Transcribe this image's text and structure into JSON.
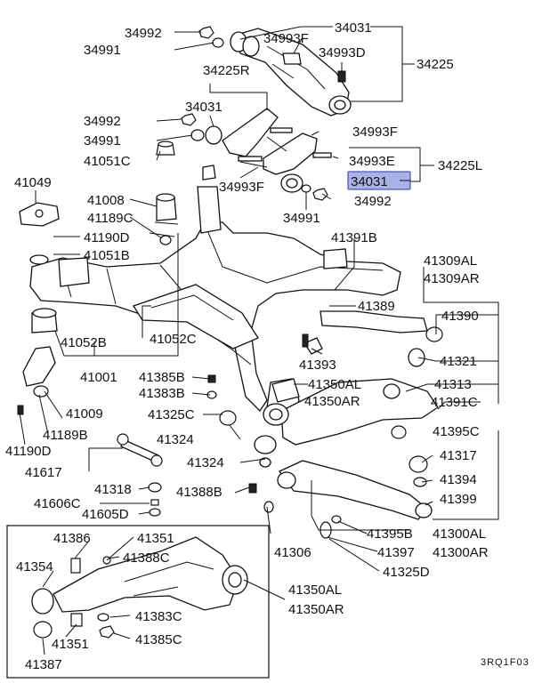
{
  "diagram_code": "3RQ1F03",
  "highlight": {
    "label": "34031",
    "fill": "#aab1e6"
  },
  "labels": {
    "p34992_a": "34992",
    "p34991_a": "34991",
    "p34031_a": "34031",
    "p34993F_a": "34993F",
    "p34993D": "34993D",
    "p34225": "34225",
    "p34225R": "34225R",
    "p34992_b": "34992",
    "p34031_b": "34031",
    "p34991_b": "34991",
    "p34993F_b": "34993F",
    "p41051C": "41051C",
    "p34993E": "34993E",
    "p34225L": "34225L",
    "p34031_c": "34031",
    "p34993F_c": "34993F",
    "p34991_c": "34991",
    "p34992_c": "34992",
    "p41049": "41049",
    "p41008": "41008",
    "p41189C": "41189C",
    "p41190D_a": "41190D",
    "p41051B": "41051B",
    "p41391B": "41391B",
    "p41309AL": "41309AL",
    "p41309AR": "41309AR",
    "p41389": "41389",
    "p41390": "41390",
    "p41052B": "41052B",
    "p41052C": "41052C",
    "p41393": "41393",
    "p41321": "41321",
    "p41001": "41001",
    "p41385B": "41385B",
    "p41383B": "41383B",
    "p41350AL_a": "41350AL",
    "p41313": "41313",
    "p41350AR_a": "41350AR",
    "p41391C": "41391C",
    "p41009": "41009",
    "p41325C": "41325C",
    "p41189B": "41189B",
    "p41324_a": "41324",
    "p41395C": "41395C",
    "p41190D_b": "41190D",
    "p41324_b": "41324",
    "p41317": "41317",
    "p41617": "41617",
    "p41394": "41394",
    "p41318": "41318",
    "p41388B": "41388B",
    "p41399": "41399",
    "p41606C": "41606C",
    "p41605D": "41605D",
    "p41395B": "41395B",
    "p41300AL": "41300AL",
    "p41386": "41386",
    "p41351_a": "41351",
    "p41306": "41306",
    "p41397": "41397",
    "p41300AR": "41300AR",
    "p41354": "41354",
    "p41388C": "41388C",
    "p41325D": "41325D",
    "p41350AL_b": "41350AL",
    "p41350AR_b": "41350AR",
    "p41383C": "41383C",
    "p41385C": "41385C",
    "p41351_b": "41351",
    "p41387": "41387"
  }
}
